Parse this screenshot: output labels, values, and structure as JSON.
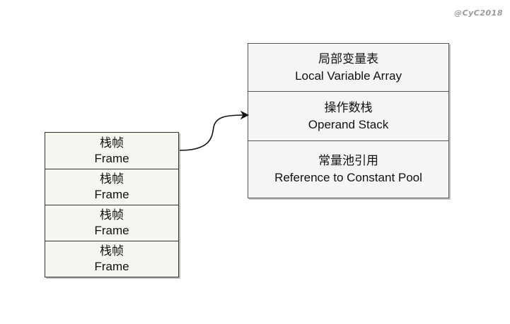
{
  "watermark": "@CyC2018",
  "stack_frames": [
    {
      "zh": "栈帧",
      "en": "Frame"
    },
    {
      "zh": "栈帧",
      "en": "Frame"
    },
    {
      "zh": "栈帧",
      "en": "Frame"
    },
    {
      "zh": "栈帧",
      "en": "Frame"
    }
  ],
  "frame_detail": [
    {
      "zh": "局部变量表",
      "en": "Local Variable Array"
    },
    {
      "zh": "操作数栈",
      "en": "Operand Stack"
    },
    {
      "zh": "常量池引用",
      "en": "Reference to Constant Pool"
    }
  ],
  "colors": {
    "frame_fill": "#f7f5ef",
    "detail_fill": "#f5f5f5",
    "stroke": "#333333"
  }
}
